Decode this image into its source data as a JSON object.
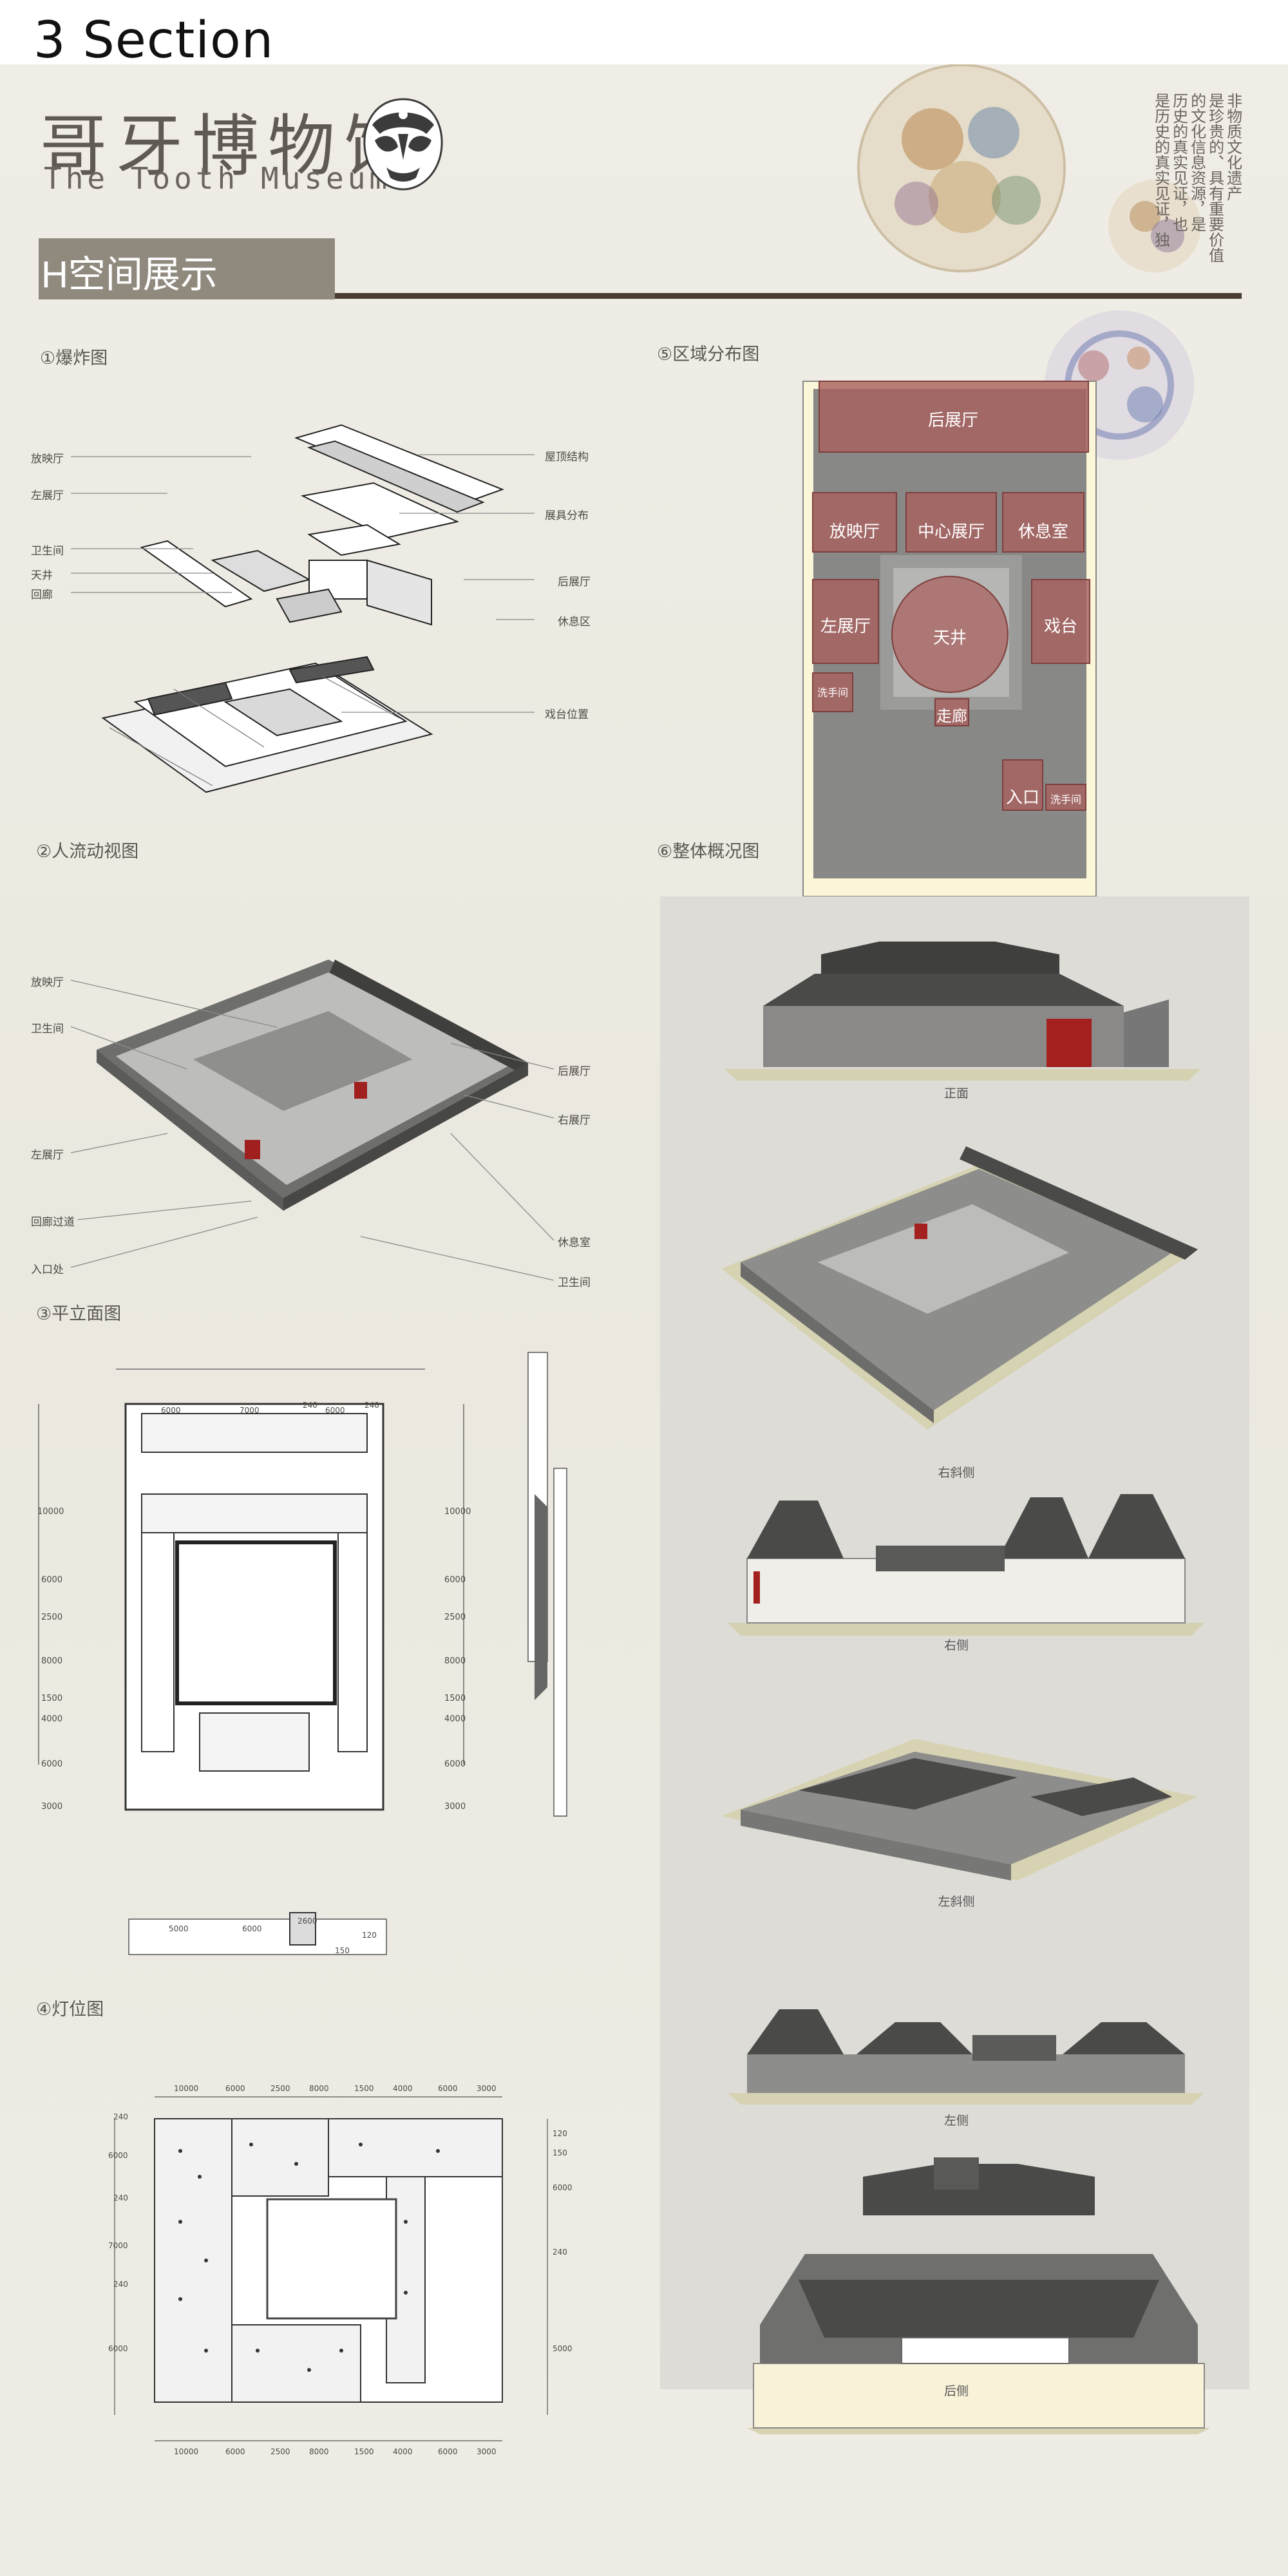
{
  "page": {
    "section_title": "3 Section"
  },
  "poster": {
    "title_cn": "哥牙博物馆",
    "title_en": "The Tooth Museum",
    "vertical_text": [
      "非物质文化遗产",
      "是珍贵的、具有重要价值",
      "的文化信息资源，是",
      "历史的真实见证，也",
      "是历史的真实见证，独"
    ],
    "band_title": "H空间展示"
  },
  "sections": {
    "s1": "①爆炸图",
    "s2": "②人流动视图",
    "s3": "③平立面图",
    "s4": "④灯位图",
    "s5": "⑤区域分布图",
    "s6": "⑥整体概况图"
  },
  "explosion_labels": {
    "left": [
      "放映厅",
      "左展厅",
      "卫生间",
      "天井",
      "回廊"
    ],
    "right": [
      "屋顶结构",
      "展具分布",
      "后展厅",
      "休息区",
      "戏台位置"
    ]
  },
  "flow_labels": {
    "left": [
      "放映厅",
      "卫生间",
      "左展厅",
      "回廊过道",
      "入口处"
    ],
    "right": [
      "后展厅",
      "右展厅",
      "休息室",
      "卫生间"
    ]
  },
  "zones": {
    "back_hall": "后展厅",
    "screening": "放映厅",
    "center_hall": "中心展厅",
    "lounge": "休息室",
    "left_hall": "左展厅",
    "courtyard": "天井",
    "stage": "戏台",
    "wc_left": "洗手间",
    "corridor": "走廊",
    "entrance": "入口",
    "wc_right": "洗手间"
  },
  "overview_captions": [
    "正面",
    "右斜侧",
    "右侧",
    "左斜侧",
    "左侧",
    "后侧"
  ],
  "plan_dims": {
    "top": [
      "6000",
      "7000",
      "240",
      "6000",
      "240"
    ],
    "left": [
      "10000",
      "6000",
      "2500",
      "8000",
      "1500",
      "4000",
      "6000",
      "3000"
    ],
    "right": [
      "10000",
      "6000",
      "2500",
      "8000",
      "1500",
      "4000",
      "6000",
      "3000"
    ],
    "elev": [
      "5000",
      "6000",
      "2600",
      "120",
      "150"
    ]
  },
  "light_dims": {
    "top": [
      "10000",
      "6000",
      "2500",
      "8000",
      "1500",
      "4000",
      "6000",
      "3000"
    ],
    "bottom": [
      "10000",
      "6000",
      "2500",
      "8000",
      "1500",
      "4000",
      "6000",
      "3000"
    ],
    "left": [
      "240",
      "6000",
      "240",
      "7000",
      "240",
      "6000"
    ],
    "right": [
      "120",
      "150",
      "6000",
      "240",
      "5000"
    ]
  },
  "colors": {
    "zone_red": "#a8615f",
    "roof_gray": "#4d4d4d",
    "wall_gray": "#8d8b88",
    "band": "#908a7e",
    "band_line": "#4b3c31",
    "paper": "#eceae3"
  }
}
